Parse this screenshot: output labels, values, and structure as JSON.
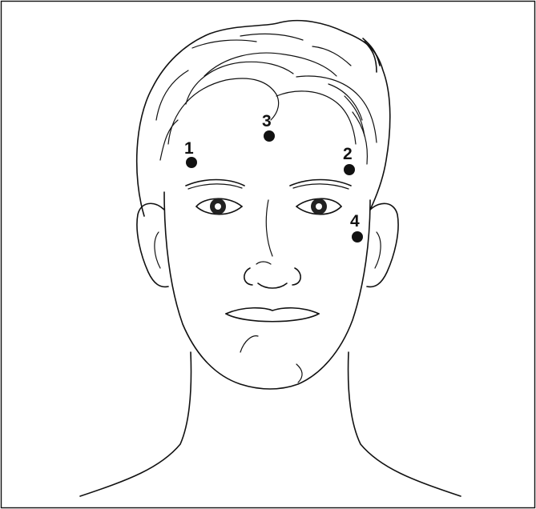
{
  "diagram": {
    "markers": [
      {
        "id": "1",
        "label": "1"
      },
      {
        "id": "2",
        "label": "2"
      },
      {
        "id": "3",
        "label": "3"
      },
      {
        "id": "4",
        "label": "4"
      }
    ]
  }
}
